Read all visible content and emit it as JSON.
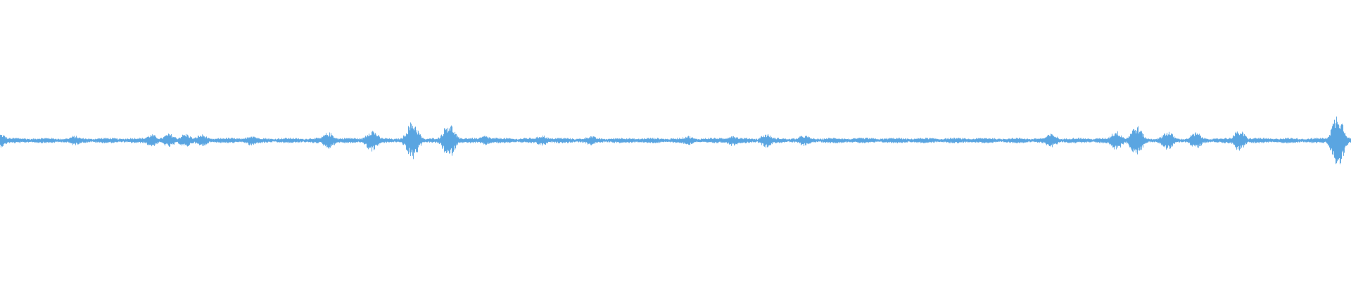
{
  "waveform": {
    "color": "#5aa5e1",
    "background": "#ffffff",
    "baseline_amplitude": 0.02,
    "peaks": [
      {
        "t": 0.0,
        "a": 0.05
      },
      {
        "t": 0.055,
        "a": 0.035
      },
      {
        "t": 0.112,
        "a": 0.045
      },
      {
        "t": 0.125,
        "a": 0.05
      },
      {
        "t": 0.137,
        "a": 0.05
      },
      {
        "t": 0.149,
        "a": 0.045
      },
      {
        "t": 0.186,
        "a": 0.04
      },
      {
        "t": 0.243,
        "a": 0.06
      },
      {
        "t": 0.275,
        "a": 0.08
      },
      {
        "t": 0.305,
        "a": 0.14
      },
      {
        "t": 0.332,
        "a": 0.13
      },
      {
        "t": 0.359,
        "a": 0.035
      },
      {
        "t": 0.401,
        "a": 0.04
      },
      {
        "t": 0.437,
        "a": 0.035
      },
      {
        "t": 0.509,
        "a": 0.035
      },
      {
        "t": 0.542,
        "a": 0.04
      },
      {
        "t": 0.567,
        "a": 0.05
      },
      {
        "t": 0.595,
        "a": 0.04
      },
      {
        "t": 0.778,
        "a": 0.05
      },
      {
        "t": 0.826,
        "a": 0.07
      },
      {
        "t": 0.841,
        "a": 0.11
      },
      {
        "t": 0.864,
        "a": 0.07
      },
      {
        "t": 0.885,
        "a": 0.06
      },
      {
        "t": 0.917,
        "a": 0.075
      },
      {
        "t": 0.99,
        "a": 0.2
      }
    ]
  }
}
